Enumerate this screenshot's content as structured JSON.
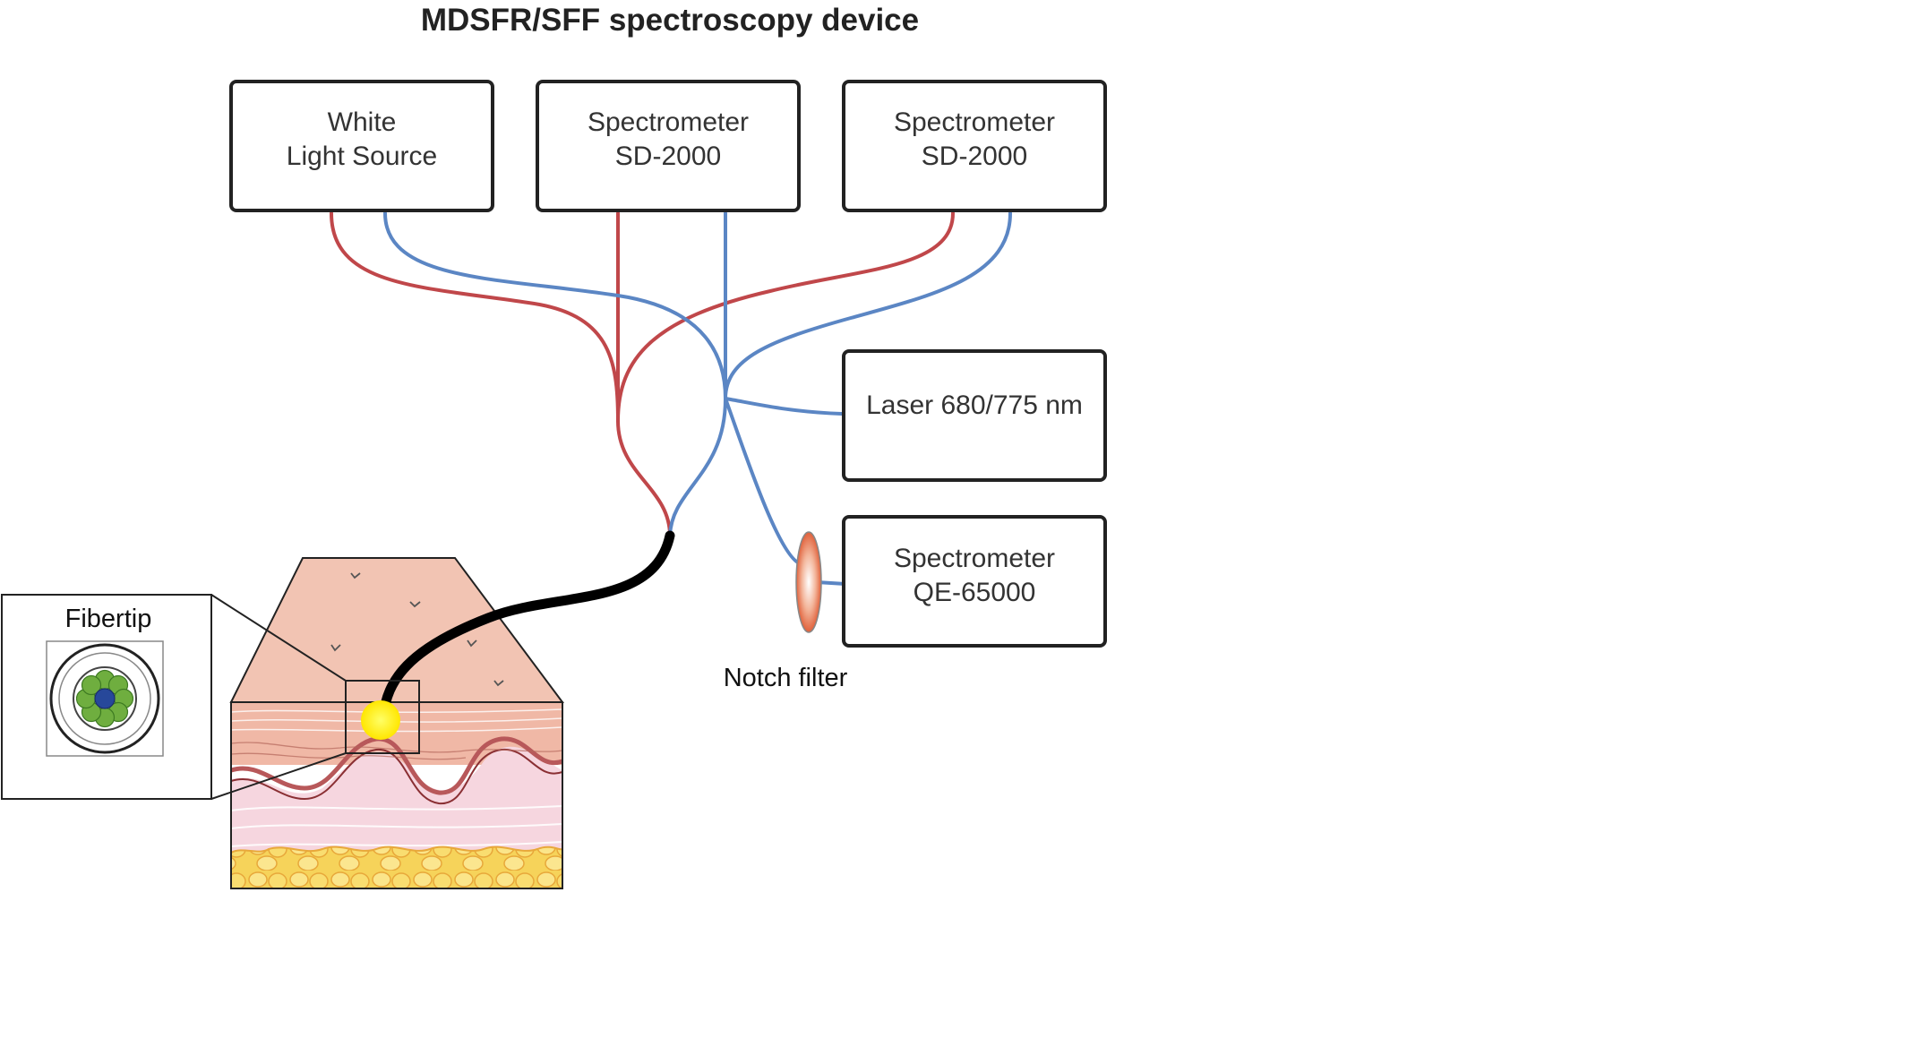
{
  "title": "MDSFR/SFF spectroscopy device",
  "boxes": {
    "white_light": {
      "line1": "White",
      "line2": "Light Source"
    },
    "spectrometer_1": {
      "line1": "Spectrometer",
      "line2": "SD-2000"
    },
    "spectrometer_2": {
      "line1": "Spectrometer",
      "line2": "SD-2000"
    },
    "laser": {
      "line1": "Laser 680/775 nm"
    },
    "spectrometer_qe": {
      "line1": "Spectrometer",
      "line2": "QE-65000"
    }
  },
  "labels": {
    "notch_filter": "Notch filter",
    "fibertip": "Fibertip"
  },
  "colors": {
    "red_fiber": "#c0474a",
    "blue_fiber": "#5b86c4",
    "probe_fiber": "#000000",
    "skin_top": "#f2c4b3",
    "dermis": "#f6d6df",
    "fat": "#f6d35a",
    "light_spot": "#ffee00",
    "fiber_green": "#6fae3f",
    "fiber_blue": "#27489a"
  },
  "icons": [
    "notch-filter-icon",
    "fiber-cross-section-icon",
    "skin-tissue-icon"
  ]
}
